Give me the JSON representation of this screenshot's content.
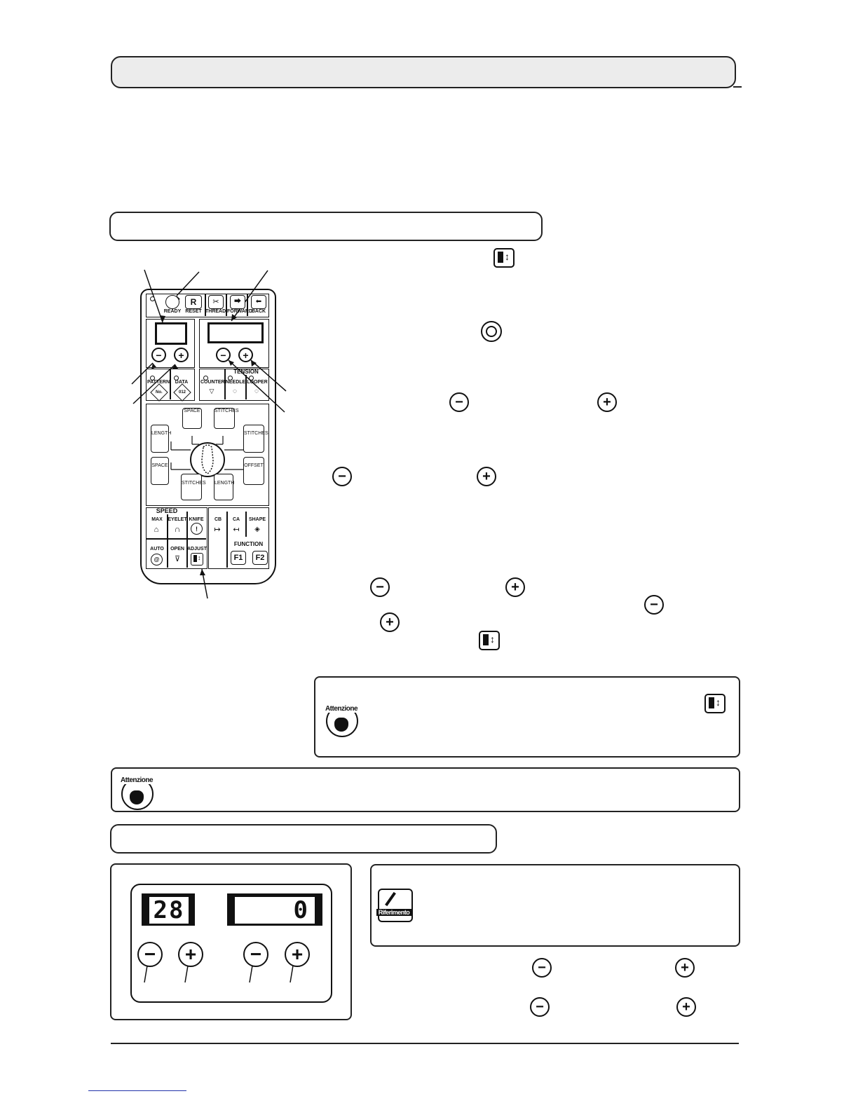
{
  "panel": {
    "top_keys": [
      "READY",
      "RESET",
      "THREAD",
      "FORWARD",
      "BACK"
    ],
    "reset_glyph": "R",
    "left_keys": [
      "PATTERN",
      "DATA"
    ],
    "tension_title": "TENSION",
    "tension_keys": [
      "COUNTER",
      "NEEDLE",
      "LOOPER"
    ],
    "shape_keys": {
      "space_top": "SPACE",
      "stitches_top": "STITCHES",
      "length_left": "LENGTH",
      "stitches_right": "STITCHES",
      "space_left": "SPACE",
      "offset_right": "OFFSET",
      "stitches_bottom": "STITCHES",
      "length_bottom": "LENGTH"
    },
    "speed_title": "SPEED",
    "speed_keys": [
      "MAX",
      "EYELET",
      "KNIFE",
      "AUTO",
      "OPEN",
      "ADJUST"
    ],
    "function_keys": [
      "CB",
      "CA",
      "SHAPE"
    ],
    "function_title": "FUNCTION",
    "f_keys": [
      "F1",
      "F2"
    ],
    "pattern_glyph": "No.",
    "data_glyph": "012"
  },
  "display": {
    "left_value": "28",
    "right_value": "0"
  },
  "badges": {
    "attention": "Attenzione",
    "reference": "Riferimento"
  },
  "glyphs": {
    "minus": "−",
    "plus": "+"
  },
  "icons": {
    "minus": "minus-circle-icon",
    "plus": "plus-circle-icon",
    "adjust": "adjust-key-icon",
    "ready": "ready-circle-icon"
  }
}
